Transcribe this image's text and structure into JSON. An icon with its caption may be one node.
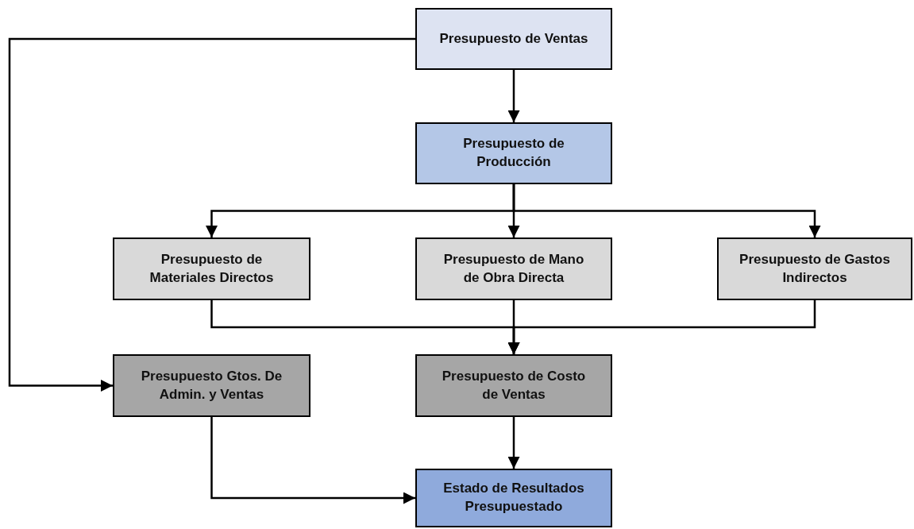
{
  "diagram": {
    "nodes": [
      {
        "text": [
          "Presupuesto de Ventas"
        ]
      },
      {
        "text": [
          "Presupuesto de Producción"
        ]
      },
      {
        "text": [
          "Presupuesto de Materiales Directos"
        ]
      },
      {
        "text": [
          "Presupuesto de Mano de Obra Directa"
        ]
      },
      {
        "text": [
          "Presupuesto de Gastos Indirectos"
        ]
      },
      {
        "text": [
          "Presupuesto Gtos. De Admin. y Ventas"
        ]
      },
      {
        "text": [
          "Presupuesto de Costo de Ventas"
        ]
      },
      {
        "text": [
          "Estado de Resultados Presupuestado"
        ]
      }
    ],
    "edges": [
      {
        "from": 0,
        "to": 1,
        "arrow": "to"
      },
      {
        "from": 1,
        "to": 2,
        "arrow": "to"
      },
      {
        "from": 1,
        "to": 3,
        "arrow": "to"
      },
      {
        "from": 1,
        "to": 4,
        "arrow": "to"
      },
      {
        "from": 0,
        "to": 5,
        "arrow": "to"
      },
      {
        "from": 2,
        "to": 6,
        "arrow": "to"
      },
      {
        "from": 3,
        "to": 6,
        "arrow": "to"
      },
      {
        "from": 4,
        "to": 6,
        "arrow": "to"
      },
      {
        "from": 6,
        "to": 7,
        "arrow": "to"
      },
      {
        "from": 5,
        "to": 7,
        "arrow": "to"
      }
    ]
  }
}
